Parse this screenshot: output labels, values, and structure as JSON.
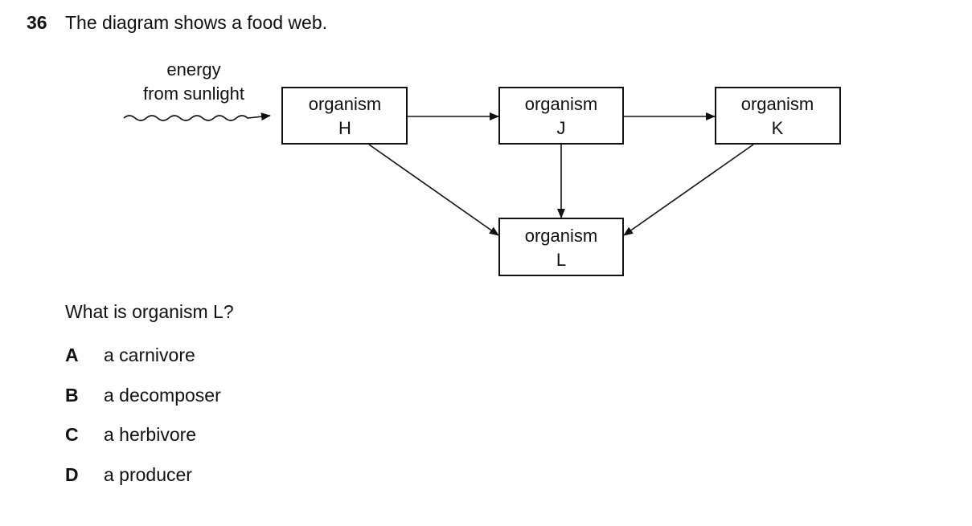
{
  "question": {
    "number": "36",
    "stem": "The diagram shows a food web.",
    "prompt": "What is organism L?"
  },
  "diagram": {
    "sunlight_label_line1": "energy",
    "sunlight_label_line2": "from sunlight",
    "organisms": [
      {
        "line1": "organism",
        "line2": "H"
      },
      {
        "line1": "organism",
        "line2": "J"
      },
      {
        "line1": "organism",
        "line2": "K"
      },
      {
        "line1": "organism",
        "line2": "L"
      }
    ]
  },
  "options": [
    {
      "letter": "A",
      "text": "a carnivore"
    },
    {
      "letter": "B",
      "text": "a decomposer"
    },
    {
      "letter": "C",
      "text": "a herbivore"
    },
    {
      "letter": "D",
      "text": "a producer"
    }
  ]
}
